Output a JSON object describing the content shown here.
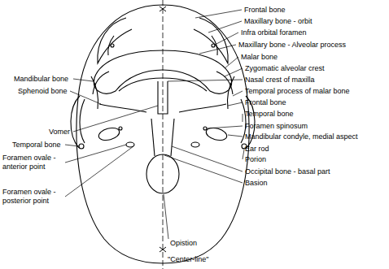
{
  "diagram": {
    "labels": [
      "Frontal bone",
      "Maxillary bone - orbit",
      "Infra orbital foramen",
      "Maxillary bone - Alveolar process",
      "Malar bone",
      "Zygomatic alveolar crest",
      "Nasal crest of maxilla",
      "Temporal process of malar bone",
      "Frontal bone",
      "Temporal bone",
      "Foramen spinosum",
      "Mandibular condyle, medial aspect",
      "Ear rod",
      "Porion",
      "Occipital bone - basal part",
      "Basion",
      "Opistion",
      "Mandibular bone",
      "Sphenoid bone",
      "Vomer",
      "Temporal bone",
      "Foramen ovale - anterior point",
      "Foramen ovale - posterior point",
      "\"Center-line\""
    ]
  }
}
